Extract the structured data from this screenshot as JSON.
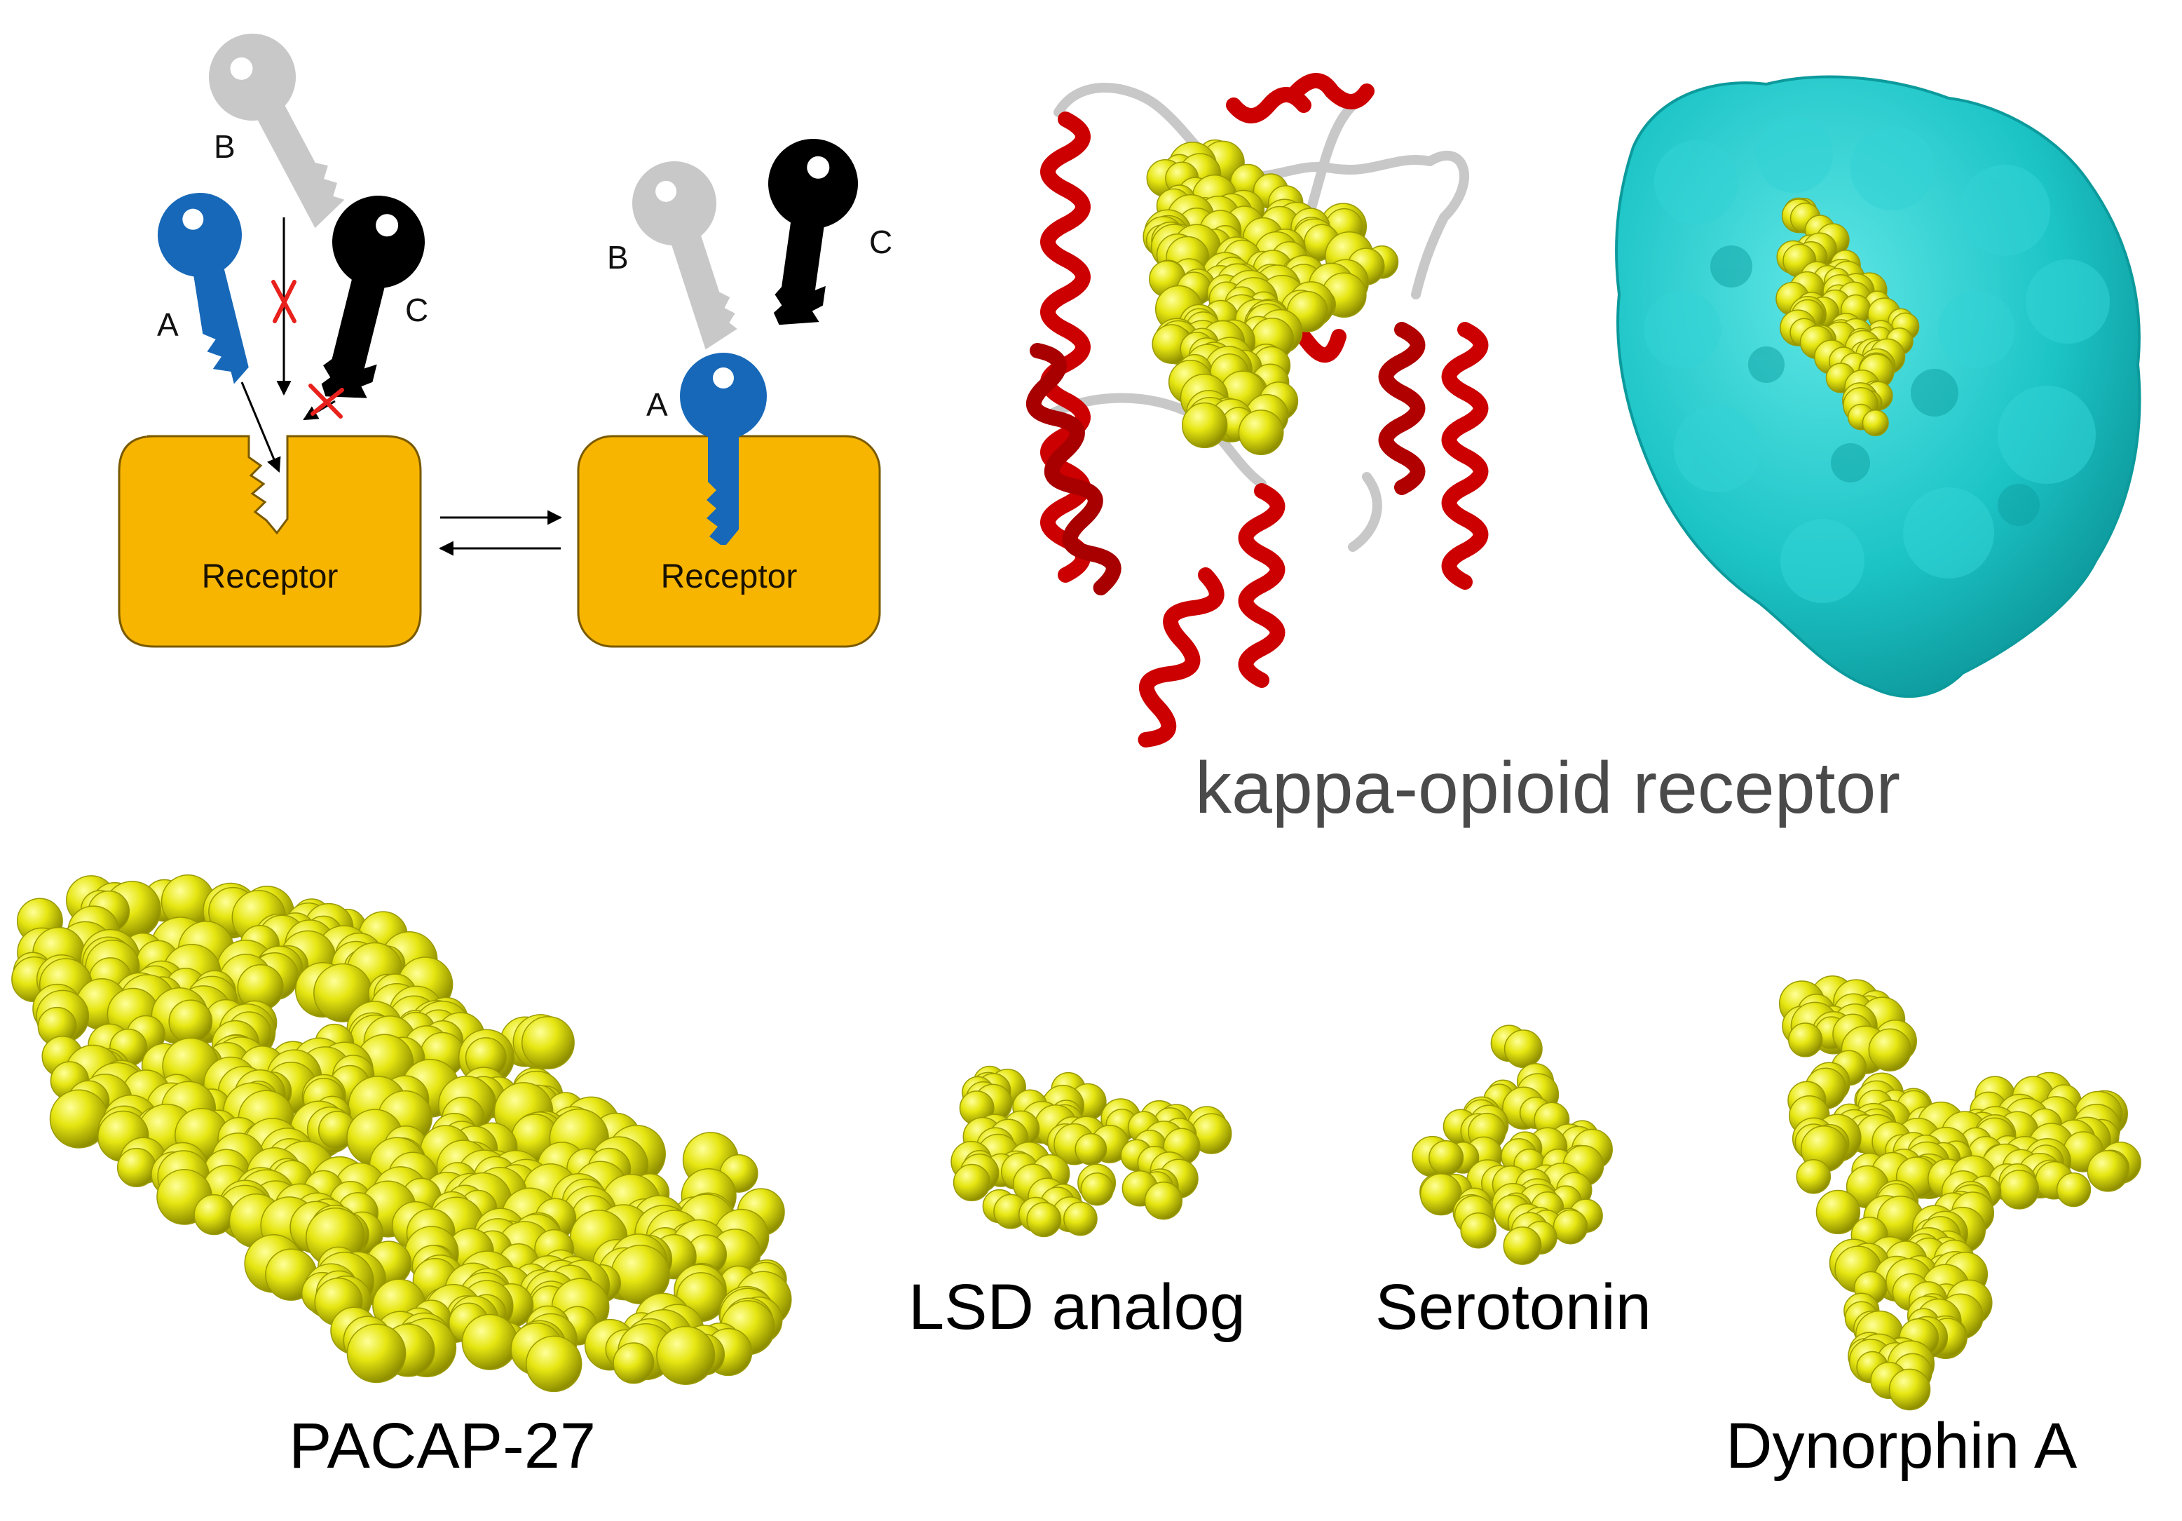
{
  "lock_and_key": {
    "key_labels": {
      "a": "A",
      "b": "B",
      "c": "C"
    },
    "receptor_label": "Receptor",
    "colors": {
      "key_a": "#1768b8",
      "key_b": "#c8c8c8",
      "key_c": "#000000",
      "receptor": "#f7b500",
      "reject_mark": "#e8211c"
    }
  },
  "structure": {
    "title": "kappa-opioid receptor",
    "colors": {
      "helix": "#cc0000",
      "loop": "#c8c8c8",
      "surface": "#1fc7c9",
      "ligand": "#e8e817"
    }
  },
  "ligands": [
    {
      "name": "PACAP-27"
    },
    {
      "name": "LSD analog"
    },
    {
      "name": "Serotonin"
    },
    {
      "name": "Dynorphin A"
    }
  ]
}
